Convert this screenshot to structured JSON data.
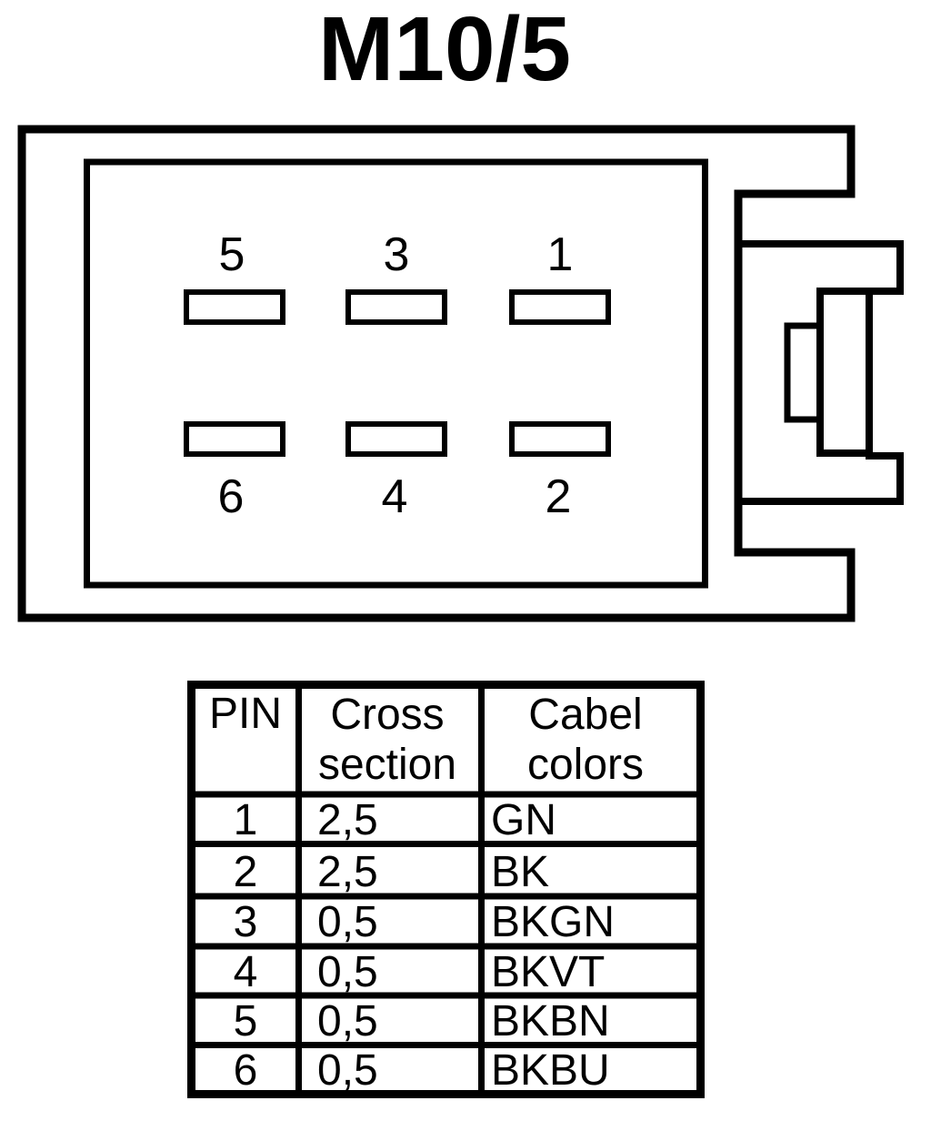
{
  "title": "M10/5",
  "connector": {
    "pin_labels_top": [
      "5",
      "3",
      "1"
    ],
    "pin_labels_bottom": [
      "6",
      "4",
      "2"
    ]
  },
  "table": {
    "header": {
      "pin": "PIN",
      "cross_section_line1": "Cross",
      "cross_section_line2": "section",
      "cable_colors_line1": "Cabel",
      "cable_colors_line2": "colors"
    },
    "rows": [
      {
        "pin": "1",
        "cross_section": "2,5",
        "cable_color": "GN"
      },
      {
        "pin": "2",
        "cross_section": "2,5",
        "cable_color": "BK"
      },
      {
        "pin": "3",
        "cross_section": "0,5",
        "cable_color": "BKGN"
      },
      {
        "pin": "4",
        "cross_section": "0,5",
        "cable_color": "BKVT"
      },
      {
        "pin": "5",
        "cross_section": "0,5",
        "cable_color": "BKBN"
      },
      {
        "pin": "6",
        "cross_section": "0,5",
        "cable_color": "BKBU"
      }
    ]
  },
  "colors": {
    "ink": "#000000",
    "paper": "#ffffff"
  }
}
